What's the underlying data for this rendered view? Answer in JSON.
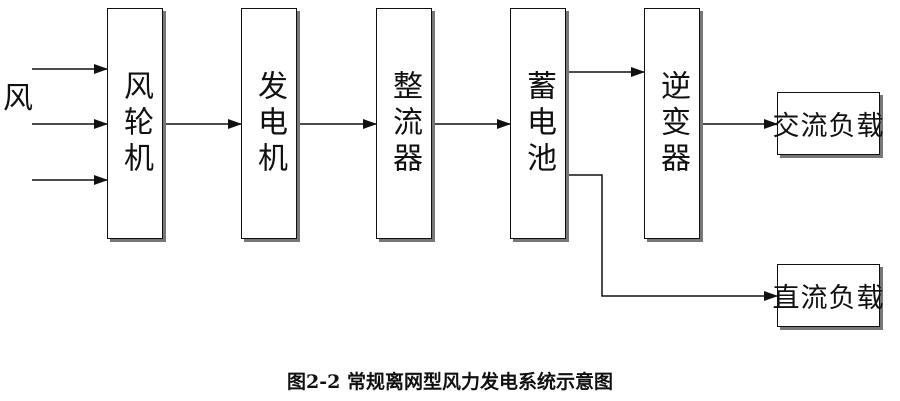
{
  "diagram": {
    "input_label": "风",
    "blocks": [
      {
        "id": "wind-turbine",
        "label": "风轮机"
      },
      {
        "id": "generator",
        "label": "发电机"
      },
      {
        "id": "rectifier",
        "label": "整流器"
      },
      {
        "id": "battery",
        "label": "蓄电池"
      },
      {
        "id": "inverter",
        "label": "逆变器"
      }
    ],
    "loads": [
      {
        "id": "ac-load",
        "label": "交流负载"
      },
      {
        "id": "dc-load",
        "label": "直流负载"
      }
    ],
    "caption": "图2-2  常规离网型风力发电系统示意图"
  }
}
